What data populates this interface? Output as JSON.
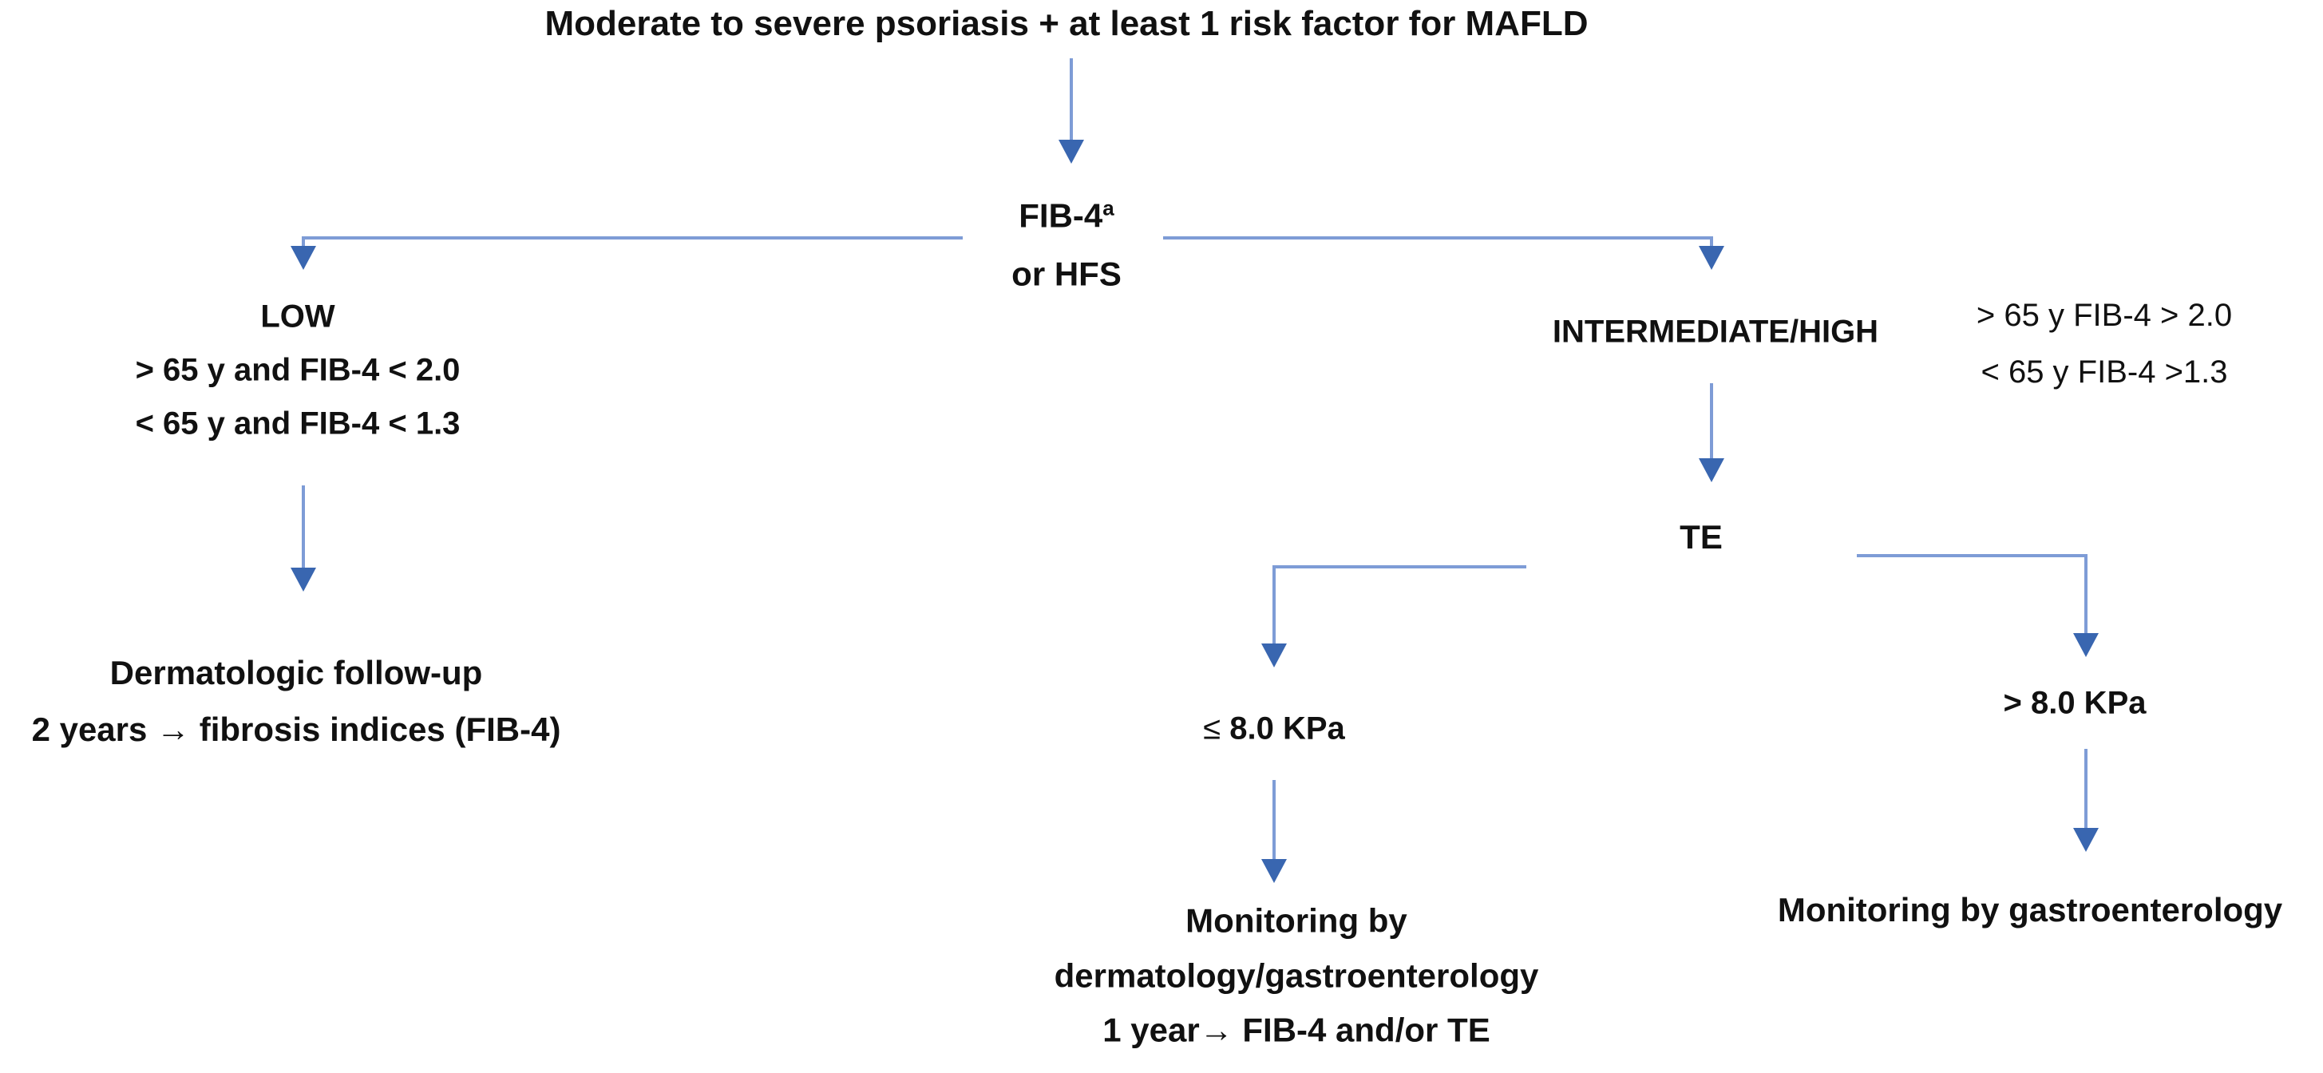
{
  "diagram": {
    "title": "Moderate to severe psoriasis + at least 1 risk factor for MAFLD",
    "nodes": {
      "fib4": {
        "line1": "FIB-4",
        "sup": "a",
        "line2": "or HFS"
      },
      "low": {
        "label": "LOW",
        "criteria": [
          "> 65 y and FIB-4 < 2.0",
          "< 65 y and FIB-4 < 1.3"
        ]
      },
      "dermatologic_followup": {
        "lines": [
          "Dermatologic follow-up",
          "2 years → fibrosis indices (FIB-4)"
        ]
      },
      "intermediate_high": {
        "label": "INTERMEDIATE/HIGH"
      },
      "intermediate_high_criteria": {
        "lines": [
          "> 65 y FIB-4 > 2.0",
          "< 65 y FIB-4 >1.3"
        ]
      },
      "te": {
        "label": "TE"
      },
      "te_low_result": {
        "prefix": "≤ ",
        "value": "8.0 KPa"
      },
      "te_high_result": {
        "label": "> 8.0 KPa"
      },
      "monitoring_derm_gastro": {
        "lines": [
          "Monitoring by",
          "dermatology/gastroenterology",
          "1 year→ FIB-4 and/or TE"
        ]
      },
      "monitoring_gastro": {
        "label": "Monitoring by gastroenterology"
      }
    },
    "colors": {
      "connector_line": "#7E9CD6",
      "arrowhead": "#3966B0",
      "text": "#111111",
      "background": "#FFFFFF"
    }
  }
}
